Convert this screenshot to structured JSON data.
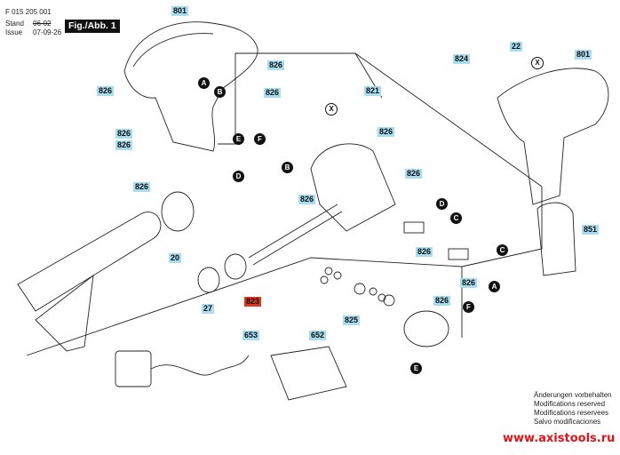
{
  "header": {
    "doc_number": "F 015 205 001",
    "stand_label": "Stand",
    "stand_value": "06-02",
    "issue_label": "Issue",
    "issue_value": "07-09-26",
    "figure_label": "Fig./Abb. 1"
  },
  "part_labels": [
    {
      "id": "p801a",
      "text": "801",
      "highlight": "blue"
    },
    {
      "id": "p826a",
      "text": "826",
      "highlight": "blue"
    },
    {
      "id": "p826b",
      "text": "826",
      "highlight": "blue"
    },
    {
      "id": "p826c",
      "text": "826",
      "highlight": "blue"
    },
    {
      "id": "p826d",
      "text": "826",
      "highlight": "blue"
    },
    {
      "id": "p826e",
      "text": "826",
      "highlight": "blue"
    },
    {
      "id": "p821",
      "text": "821",
      "highlight": "blue"
    },
    {
      "id": "p826f",
      "text": "826",
      "highlight": "blue"
    },
    {
      "id": "p826g",
      "text": "826",
      "highlight": "blue"
    },
    {
      "id": "p826h",
      "text": "826",
      "highlight": "blue"
    },
    {
      "id": "p826i",
      "text": "826",
      "highlight": "blue"
    },
    {
      "id": "p20",
      "text": "20",
      "highlight": "blue"
    },
    {
      "id": "p27",
      "text": "27",
      "highlight": "blue"
    },
    {
      "id": "p823",
      "text": "823",
      "highlight": "red"
    },
    {
      "id": "p824",
      "text": "824",
      "highlight": "blue"
    },
    {
      "id": "p22",
      "text": "22",
      "highlight": "blue"
    },
    {
      "id": "p801b",
      "text": "801",
      "highlight": "blue"
    },
    {
      "id": "p851",
      "text": "851",
      "highlight": "blue"
    },
    {
      "id": "p826j",
      "text": "826",
      "highlight": "blue"
    },
    {
      "id": "p826k",
      "text": "826",
      "highlight": "blue"
    },
    {
      "id": "p826l",
      "text": "826",
      "highlight": "blue"
    },
    {
      "id": "p825",
      "text": "825",
      "highlight": "blue"
    },
    {
      "id": "p653",
      "text": "653",
      "highlight": "blue"
    },
    {
      "id": "p652",
      "text": "652",
      "highlight": "blue"
    }
  ],
  "connection_markers": [
    {
      "id": "mA1",
      "text": "A"
    },
    {
      "id": "mB1",
      "text": "B"
    },
    {
      "id": "mX1",
      "text": "X"
    },
    {
      "id": "mE1",
      "text": "E"
    },
    {
      "id": "mF1",
      "text": "F"
    },
    {
      "id": "mD1",
      "text": "D"
    },
    {
      "id": "mB2",
      "text": "B"
    },
    {
      "id": "mX2",
      "text": "X"
    },
    {
      "id": "mD2",
      "text": "D"
    },
    {
      "id": "mC1",
      "text": "C"
    },
    {
      "id": "mC2",
      "text": "C"
    },
    {
      "id": "mA2",
      "text": "A"
    },
    {
      "id": "mF2",
      "text": "F"
    },
    {
      "id": "mE2",
      "text": "E"
    }
  ],
  "notes": [
    "Änderungen vorbehalten",
    "Modifications reserved",
    "Modifications reservees",
    "Salvo modificaciones"
  ],
  "watermark": "www.axistools.ru",
  "colors": {
    "label_blue": "#a8dcef",
    "label_red": "#d63a1e",
    "watermark_red": "#e0131a"
  }
}
